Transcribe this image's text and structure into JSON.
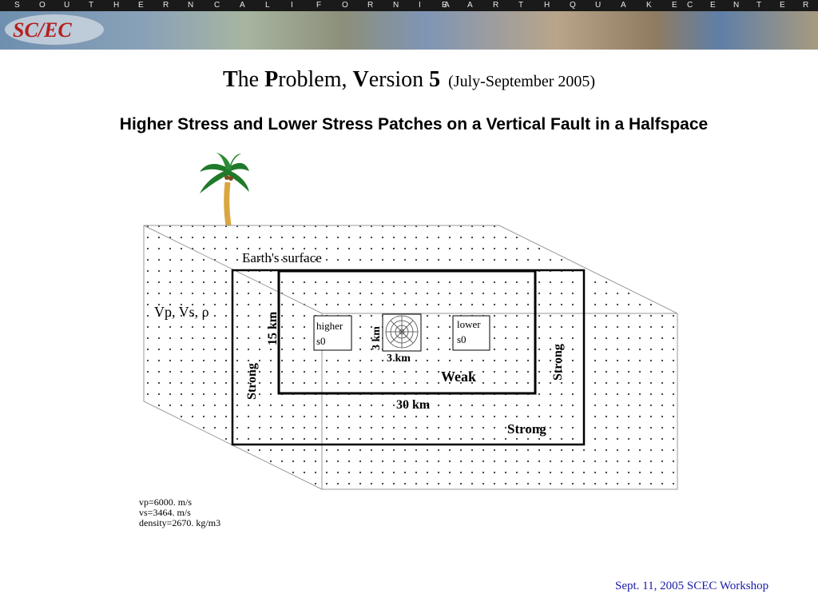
{
  "banner": {
    "letters": [
      "S",
      "O",
      "U",
      "T",
      "H",
      "E",
      "R",
      "N",
      "C",
      "A",
      "L",
      "I",
      "F",
      "O",
      "R",
      "N",
      "I",
      "A",
      "E",
      "A",
      "R",
      "T",
      "H",
      "Q",
      "U",
      "A",
      "K",
      "E",
      "C",
      "E",
      "N",
      "T",
      "E",
      "R"
    ],
    "logo_text": "SC/EC"
  },
  "slide": {
    "title_parts": {
      "t1_cap": "T",
      "t1_rest": "he ",
      "t2_cap": "P",
      "t2_rest": "roblem, ",
      "t3_cap": "V",
      "t3_rest": "ersion ",
      "num": "5",
      "date": "(July-September 2005)"
    },
    "subtitle": "Higher Stress and Lower Stress Patches on a Vertical Fault in a Halfspace"
  },
  "diagram": {
    "earth_surface": "Earth's surface",
    "material": "Vp, Vs, ρ",
    "depth": "15 km",
    "patch_size": "3 km",
    "patch_width": "3 km",
    "higher_1": "higher",
    "higher_2": "s0",
    "lower_1": "lower",
    "lower_2": "s0",
    "weak": "Weak",
    "length": "30 km",
    "strong_left": "Strong",
    "strong_right": "Strong",
    "strong_bottom": "Strong"
  },
  "params": {
    "vp": "vp=6000. m/s",
    "vs": "vs=3464. m/s",
    "density": "density=2670. kg/m3"
  },
  "footer": "Sept. 11, 2005 SCEC Workshop",
  "colors": {
    "footer": "#1a1aa8",
    "palm_leaves": "#1f7a2a",
    "trunk": "#d9a640"
  }
}
